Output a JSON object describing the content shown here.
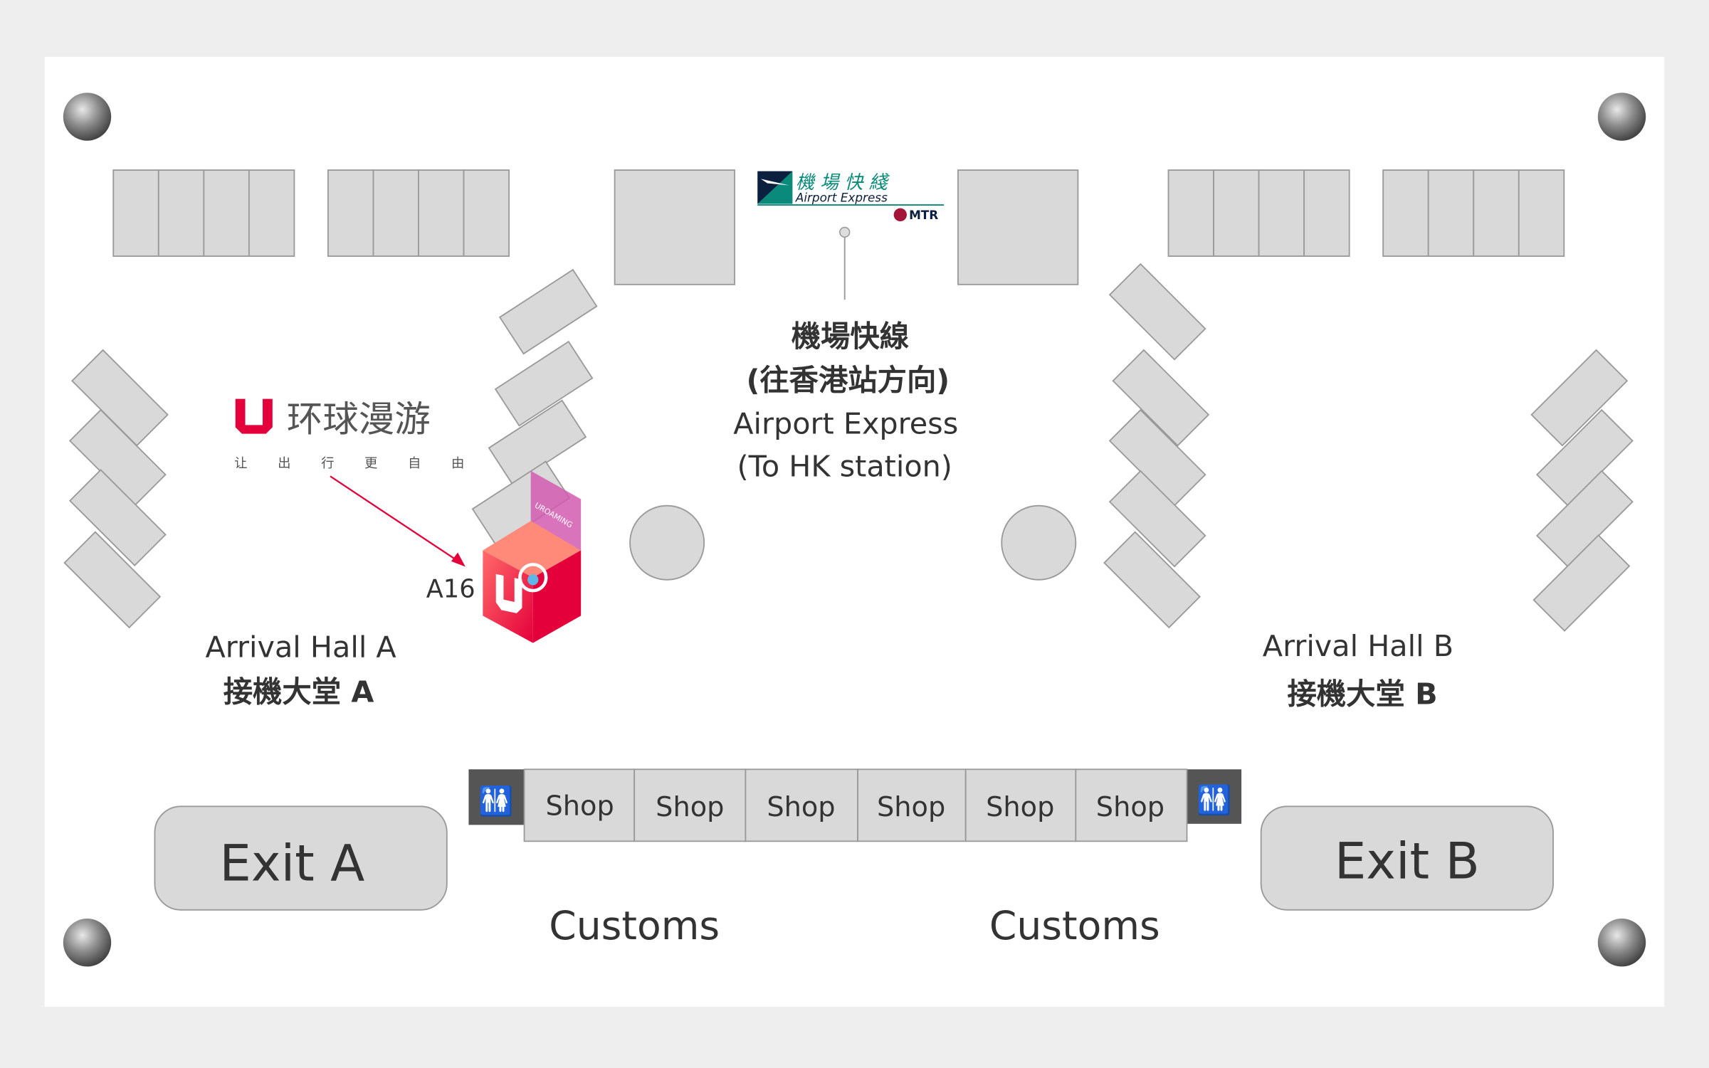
{
  "airport_express_logo": {
    "zh": "機 場 快 綫",
    "en": "Airport Express",
    "operator": "MTR",
    "colors": {
      "teal": "#0a8a7a",
      "navy": "#0b1f3f",
      "mtr_red": "#a3163a"
    }
  },
  "airport_express_sign": {
    "zh_line1": "機場快線",
    "zh_line2": "(往香港站方向)",
    "en_line1": "Airport Express",
    "en_line2": "(To HK station)"
  },
  "uroaming": {
    "brand_zh": "环球漫游",
    "slogan": "让 出 行 更 自 由",
    "booth_label": "A16",
    "booth_text": "UROAMING",
    "accent": "#e4003a"
  },
  "hall_a": {
    "en": "Arrival Hall A",
    "zh": "接機大堂 A"
  },
  "hall_b": {
    "en": "Arrival Hall B",
    "zh": "接機大堂 B"
  },
  "shops": [
    "Shop",
    "Shop",
    "Shop",
    "Shop",
    "Shop",
    "Shop"
  ],
  "exits": {
    "a": "Exit A",
    "b": "Exit B"
  },
  "customs": [
    "Customs",
    "Customs"
  ]
}
